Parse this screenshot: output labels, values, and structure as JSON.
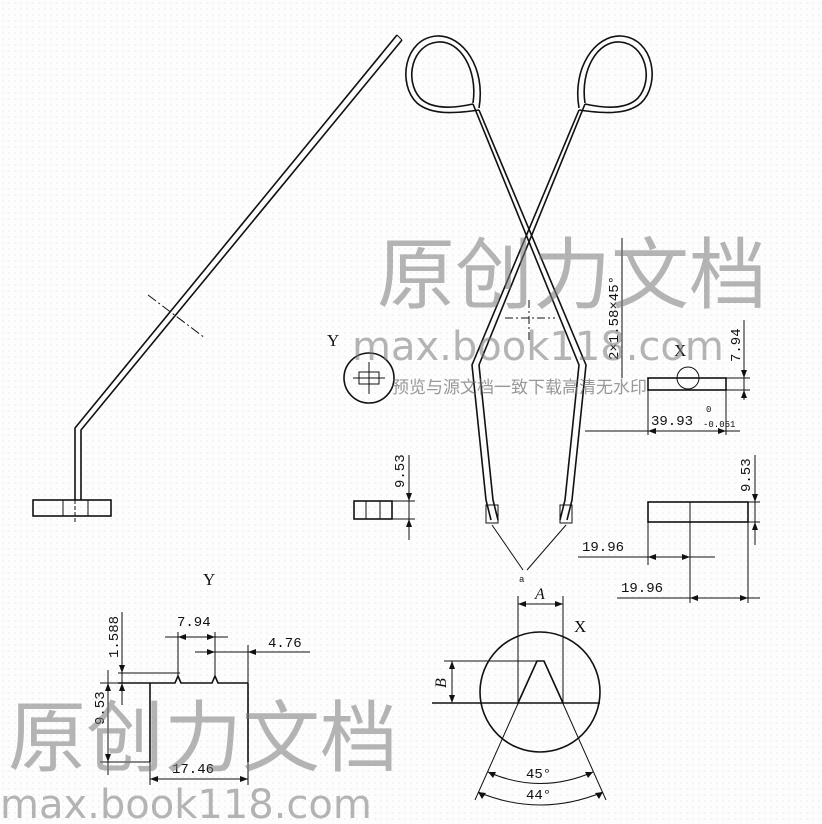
{
  "view_labels": {
    "detail_y_small": "Y",
    "detail_y_large": "Y",
    "detail_x_small": "X",
    "detail_x_large": "X"
  },
  "dimensions": {
    "chamfer": "2×1.58×45°",
    "height_top": "7.94",
    "length_main": "39.93",
    "tol_upper": "0",
    "tol_lower": "-0.051",
    "height_y": "9.53",
    "height_right": "9.53",
    "width_right_1": "19.96",
    "width_right_2": "19.96",
    "y_gap_1": "1.588",
    "y_width_1": "7.94",
    "y_width_2": "4.76",
    "y_height": "9.53",
    "y_length": "17.46",
    "x_dim_a": "A",
    "x_dim_b": "B",
    "angle_1": "45°",
    "angle_2": "44°",
    "tip_mark": "a"
  },
  "watermark": {
    "title": "原创力文档",
    "url": "max.book118.com",
    "subtitle": "预览与源文档一致下载高清无水印"
  }
}
